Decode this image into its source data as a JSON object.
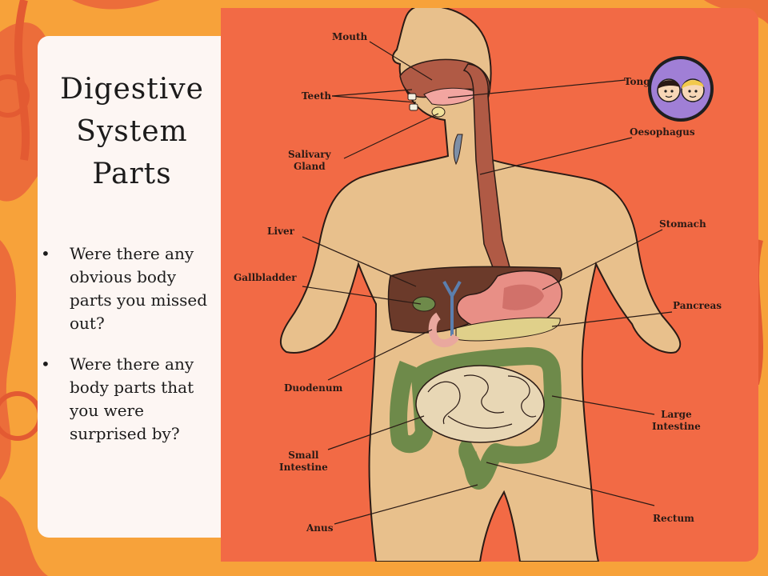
{
  "slide": {
    "title_lines": [
      "Digestive",
      "System",
      "Parts"
    ],
    "bullets": [
      "Were there any obvious body parts you missed out?",
      "Were there any body parts that you were surprised by?"
    ],
    "bullet_symbol": "•"
  },
  "diagram": {
    "labels": {
      "mouth": "Mouth",
      "teeth": "Teeth",
      "tongue": "Tongue",
      "salivary_gland": [
        "Salivary",
        "Gland"
      ],
      "oesophagus": "Oesophagus",
      "liver": "Liver",
      "stomach": "Stomach",
      "gallbladder": "Gallbladder",
      "pancreas": "Pancreas",
      "duodenum": "Duodenum",
      "large_intestine": [
        "Large",
        "Intestine"
      ],
      "small_intestine": [
        "Small",
        "Intestine"
      ],
      "anus": "Anus",
      "rectum": "Rectum"
    }
  },
  "colors": {
    "page_bg": "#f7a23a",
    "diagram_bg": "#f26a45",
    "skin": "#e8c08c",
    "text_panel": "#fdf6f3",
    "oesophagus": "#b05a45",
    "liver": "#6b3a2a",
    "stomach": "#e88f86",
    "large_intestine": "#6e8a4a",
    "small_intestine": "#e8d7b5",
    "pancreas": "#e0d08a"
  },
  "icons": {
    "logo": "two-children-faces-logo"
  }
}
